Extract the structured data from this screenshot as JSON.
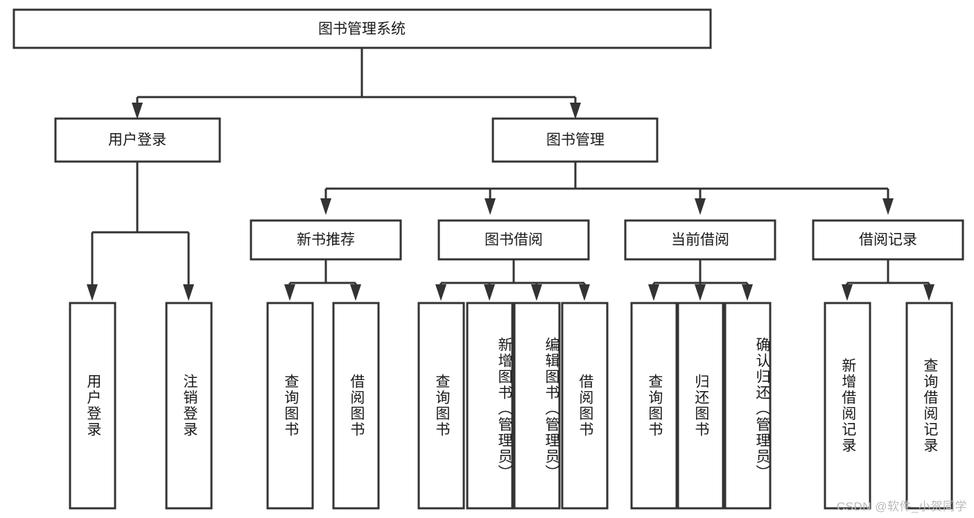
{
  "diagram": {
    "type": "hierarchy-tree",
    "title": "图书管理系统",
    "watermark": "CSDN @软件_小贺同学",
    "colors": {
      "stroke": "#333333",
      "fill": "#ffffff",
      "text": "#1a1a1a",
      "watermark": "#b9b9b9"
    },
    "root": {
      "label": "图书管理系统"
    },
    "level1": [
      {
        "label": "用户登录"
      },
      {
        "label": "图书管理"
      }
    ],
    "level2": [
      {
        "label": "新书推荐"
      },
      {
        "label": "图书借阅"
      },
      {
        "label": "当前借阅"
      },
      {
        "label": "借阅记录"
      }
    ],
    "leaves": {
      "user_login": [
        {
          "label": "用户登录"
        },
        {
          "label": "注销登录"
        }
      ],
      "new_book_recommend": [
        {
          "label": "查询图书"
        },
        {
          "label": "借阅图书"
        }
      ],
      "book_borrow": [
        {
          "label": "查询图书"
        },
        {
          "label": "新增图书（管理员）"
        },
        {
          "label": "编辑图书（管理员）"
        },
        {
          "label": "借阅图书"
        }
      ],
      "current_borrow": [
        {
          "label": "查询图书"
        },
        {
          "label": "归还图书"
        },
        {
          "label": "确认归还（管理员）"
        }
      ],
      "borrow_record": [
        {
          "label": "新增借阅记录"
        },
        {
          "label": "查询借阅记录"
        }
      ]
    }
  }
}
